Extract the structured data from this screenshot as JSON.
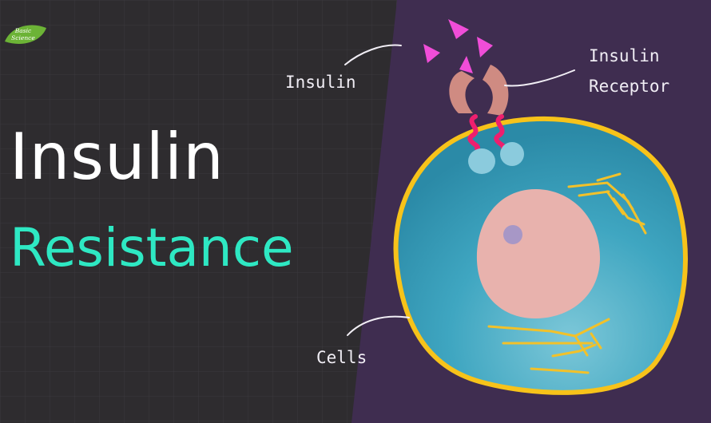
{
  "title": {
    "line1": "Insulin",
    "line2": "Resistance"
  },
  "labels": {
    "insulin": "Insulin",
    "receptor_line1": "Insulin",
    "receptor_line2": "Receptor",
    "cells": "Cells"
  },
  "logo": {
    "line1": "Basic",
    "line2": "Science"
  },
  "colors": {
    "left_panel": "#2e2c2f",
    "right_panel": "#3f2d50",
    "title_primary": "#ffffff",
    "title_accent": "#2ee8c3",
    "cell_membrane": "#f7c31a",
    "cytoplasm": "#3aa2bf",
    "nucleus": "#e8b2ad",
    "nucleolus": "#a797c6",
    "insulin": "#f04dd8",
    "receptor": "#cf8b82",
    "receptor_linker": "#ee1f6e",
    "receptor_base": "#8bcbdd",
    "logo_leaf": "#6cb336"
  }
}
